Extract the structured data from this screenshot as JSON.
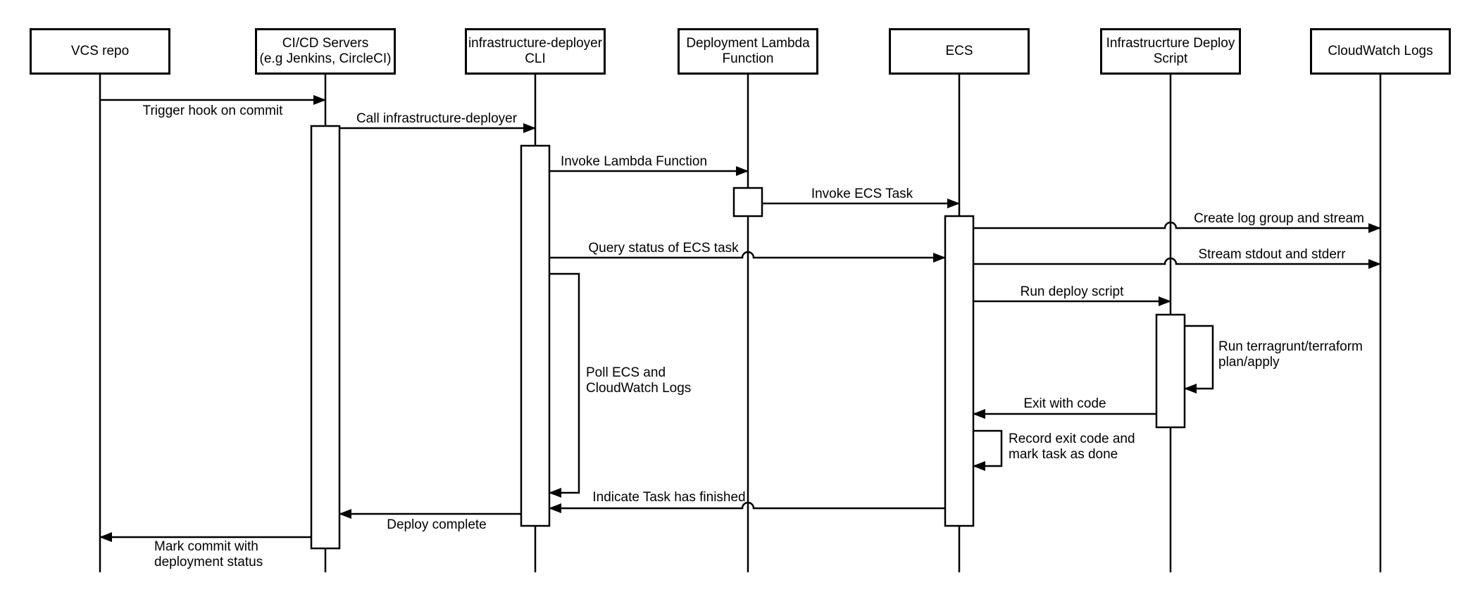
{
  "diagram": {
    "kind": "uml-sequence-diagram",
    "background_color": "#ffffff",
    "stroke_color": "#000000"
  },
  "actors": [
    {
      "id": "vcs-repo",
      "label": "VCS repo"
    },
    {
      "id": "cicd-servers",
      "label": "CI/CD Servers\n(e.g Jenkins, CircleCI)"
    },
    {
      "id": "infrastructure-deployer-cli",
      "label": "infrastructure-deployer\nCLI"
    },
    {
      "id": "deployment-lambda-function",
      "label": "Deployment Lambda\nFunction"
    },
    {
      "id": "ecs",
      "label": "ECS"
    },
    {
      "id": "infrastructure-deploy-script",
      "label": "Infrastrucrture Deploy\nScript"
    },
    {
      "id": "cloudwatch-logs",
      "label": "CloudWatch Logs"
    }
  ],
  "messages": [
    {
      "label": "Trigger hook on commit",
      "from": "vcs-repo",
      "to": "cicd-servers",
      "kind": "message"
    },
    {
      "label": "Call infrastructure-deployer",
      "from": "cicd-servers",
      "to": "infrastructure-deployer-cli",
      "kind": "message"
    },
    {
      "label": "Invoke Lambda Function",
      "from": "infrastructure-deployer-cli",
      "to": "deployment-lambda-function",
      "kind": "message"
    },
    {
      "label": "Invoke ECS Task",
      "from": "deployment-lambda-function",
      "to": "ecs",
      "kind": "message"
    },
    {
      "label": "Create log group and stream",
      "from": "ecs",
      "to": "cloudwatch-logs",
      "kind": "message"
    },
    {
      "label": "Query status of ECS task",
      "from": "infrastructure-deployer-cli",
      "to": "ecs",
      "kind": "message"
    },
    {
      "label": "Stream stdout and stderr",
      "from": "ecs",
      "to": "cloudwatch-logs",
      "kind": "message"
    },
    {
      "label": "Run deploy script",
      "from": "ecs",
      "to": "infrastructure-deploy-script",
      "kind": "message"
    },
    {
      "label": "Run terragrunt/terraform\nplan/apply",
      "from": "infrastructure-deploy-script",
      "to": "infrastructure-deploy-script",
      "kind": "self-message"
    },
    {
      "label": "Exit with code",
      "from": "infrastructure-deploy-script",
      "to": "ecs",
      "kind": "message"
    },
    {
      "label": "Record exit code and\nmark task as done",
      "from": "ecs",
      "to": "ecs",
      "kind": "self-message"
    },
    {
      "label": "Poll ECS and\nCloudWatch Logs",
      "from": "infrastructure-deployer-cli",
      "to": "infrastructure-deployer-cli",
      "kind": "self-loop"
    },
    {
      "label": "Indicate Task has finished",
      "from": "ecs",
      "to": "infrastructure-deployer-cli",
      "kind": "message"
    },
    {
      "label": "Deploy complete",
      "from": "infrastructure-deployer-cli",
      "to": "cicd-servers",
      "kind": "message"
    },
    {
      "label": "Mark commit with\ndeployment status",
      "from": "cicd-servers",
      "to": "vcs-repo",
      "kind": "message"
    }
  ]
}
